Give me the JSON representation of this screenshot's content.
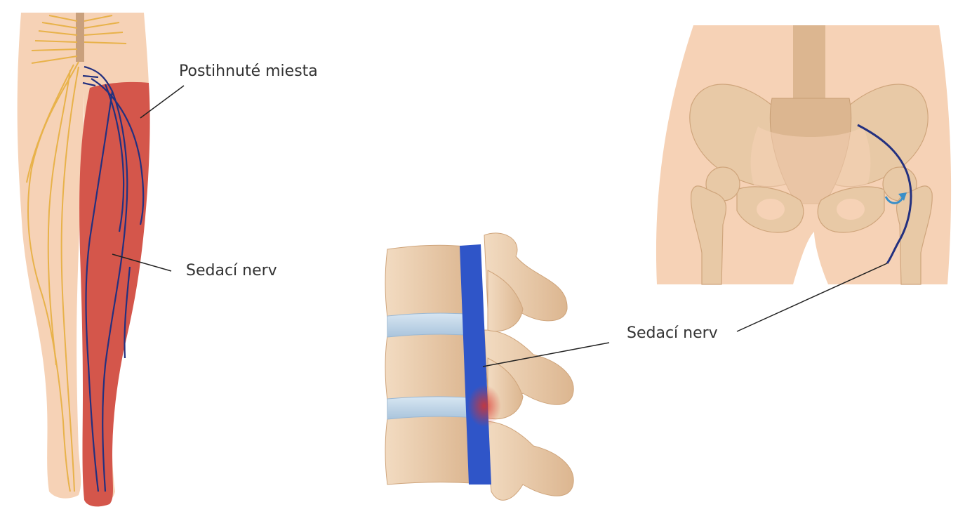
{
  "labels": {
    "affected_areas": "Postihnuté miesta",
    "sciatic_nerve_leg": "Sedací nerv",
    "sciatic_nerve_spine_pelvis": "Sedací nerv"
  },
  "colors": {
    "skin": "#f6d2b6",
    "affected": "#d4564b",
    "nerve_yellow": "#e8b24a",
    "nerve_blue": "#23307f",
    "spinal_canal": "#2f55c8",
    "bone": "#e8c9a6",
    "bone_shade": "#d6ae86",
    "disc": "#bcd4e8",
    "inflammation": "#d9342b",
    "leader_line": "#222222"
  }
}
